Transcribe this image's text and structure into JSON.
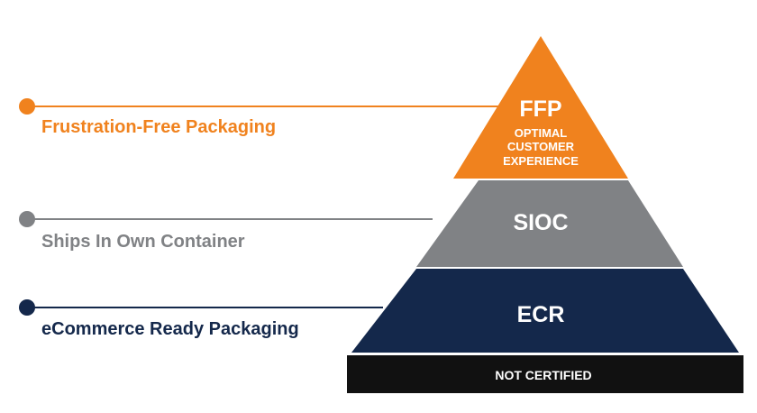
{
  "tiers": {
    "ffp": {
      "abbr": "FFP",
      "subtitle_line1": "OPTIMAL",
      "subtitle_line2": "CUSTOMER",
      "subtitle_line3": "EXPERIENCE",
      "label": "Frustration-Free Packaging",
      "color": "#f0821e"
    },
    "sioc": {
      "abbr": "SIOC",
      "label": "Ships In Own Container",
      "color": "#808285"
    },
    "ecr": {
      "abbr": "ECR",
      "label": "eCommerce Ready Packaging",
      "color": "#14284b"
    },
    "base": {
      "label": "NOT CERTIFIED",
      "color": "#111111"
    }
  }
}
